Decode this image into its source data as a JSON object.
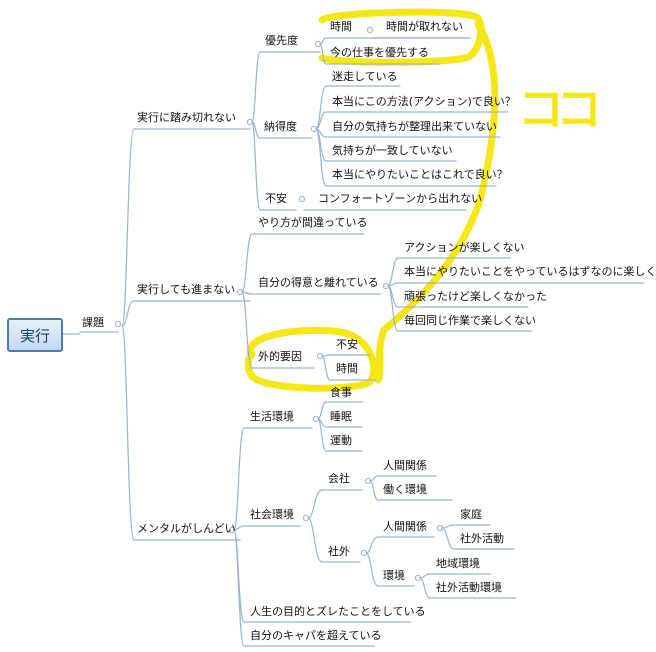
{
  "root": "実行",
  "annotation": "ココ",
  "colors": {
    "line": "#9ab3d5",
    "highlight": "#f5e616",
    "text": "#111111"
  },
  "nodes": {
    "kadai": "課題",
    "jikko_fumikirenai": "実行に踏み切れない",
    "yusendo": "優先度",
    "jikan": "時間",
    "jikan_torenai": "時間が取れない",
    "ima_shigoto": "今の仕事を優先する",
    "nattokudo": "納得度",
    "meisou": "迷走している",
    "hontou_houhou": "本当にこの方法(アクション)で良い？",
    "kimochi_seiri": "自分の気持ちが整理出来ていない",
    "kimochi_icchi": "気持ちが一致していない",
    "hontou_yaritai": "本当にやりたいことはこれで良い？",
    "fuan1": "不安",
    "comfort_zone": "コンフォートゾーンから出れない",
    "jikko_susumanai": "実行しても進まない",
    "yarikata": "やり方が間違っている",
    "tokui_hanare": "自分の得意と離れている",
    "action_tanoshikunai": "アクションが楽しくない",
    "hontou_tanoshikunai": "本当にやりたいことをやっているはずなのに楽しくない",
    "ganbatta": "頑張ったけど楽しくなかった",
    "maikai_onaji": "毎回同じ作業で楽しくない",
    "gaiteki_youin": "外的要因",
    "fuan2": "不安",
    "jikan2": "時間",
    "mental": "メンタルがしんどい",
    "seikatsu_kankyou": "生活環境",
    "shokuji": "食事",
    "suimin": "睡眠",
    "undou": "運動",
    "shakai_kankyou": "社会環境",
    "kaisha": "会社",
    "ningen_kankei1": "人間関係",
    "hataraku_kankyou": "働く環境",
    "shagai": "社外",
    "ningen_kankei2": "人間関係",
    "katei": "家庭",
    "shagai_katsudou": "社外活動",
    "kankyou": "環境",
    "chiiki_kankyou": "地域環境",
    "shagai_katsudou_kankyou": "社外活動環境",
    "jinsei_mokuteki": "人生の目的とズレたことをしている",
    "capacity": "自分のキャパを超えている"
  }
}
